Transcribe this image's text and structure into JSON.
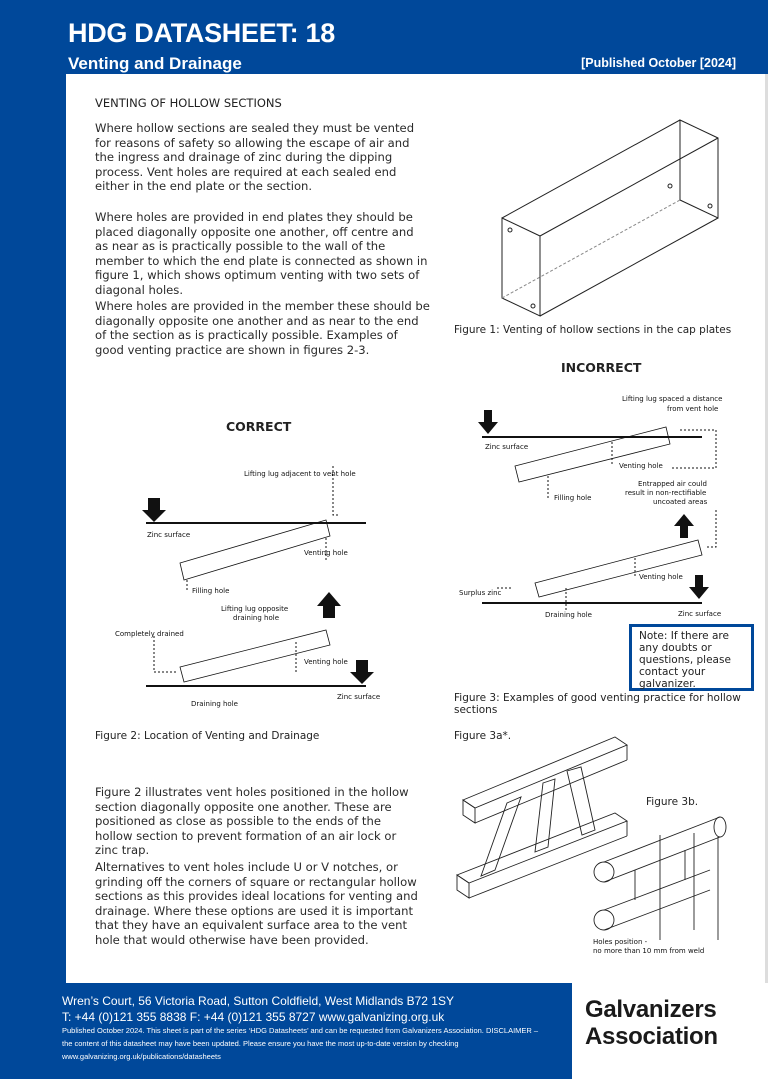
{
  "header": {
    "title": "HDG DATASHEET: 18",
    "subtitle": "Venting and Drainage",
    "published": "[Published October [2024]"
  },
  "section_heading": "VENTING OF HOLLOW SECTIONS",
  "paragraphs": [
    "Where hollow sections are sealed they must be vented for reasons of safety so allowing the escape of air and the ingress and drainage of zinc during the dipping process. Vent holes are required at each sealed end either in the end plate or the section.",
    "Where holes are provided in end plates they should be placed diagonally opposite one another, off centre and as near as is practically possible to the wall of the member to which the end plate is connected as shown in figure 1, which shows optimum venting with two sets of diagonal holes.",
    "Where holes are provided in the member these should be diagonally opposite one another and as near to the end of the section as is practically possible. Examples of good venting practice are shown in figures 2-3.",
    "Figure 2 illustrates vent holes positioned in the hollow section diagonally opposite one another. These are positioned as close as possible to the ends of the hollow section to prevent formation of an air lock or zinc trap.",
    "Alternatives to vent holes include U or V notches, or grinding off the corners of square or rectangular hollow sections as this provides ideal locations for venting and drainage. Where these options are used it is important that they have an equivalent surface area to the vent hole that would otherwise have been provided."
  ],
  "figure1": {
    "caption": "Figure 1: Venting of hollow sections in the cap plates"
  },
  "figure2": {
    "heading": "CORRECT",
    "caption": "Figure 2: Location of Venting and Drainage",
    "labels": {
      "lug_adjacent": "Lifting lug adjacent to vent hole",
      "zinc_surface_top": "Zinc surface",
      "venting_hole_top": "Venting hole",
      "filling_hole": "Filling hole",
      "lug_opposite_1": "Lifting lug opposite",
      "lug_opposite_2": "draining hole",
      "completely_drained": "Completely drained",
      "venting_hole_bottom": "Venting hole",
      "zinc_surface_bottom": "Zinc surface",
      "draining_hole": "Draining hole"
    }
  },
  "figure3": {
    "heading": "INCORRECT",
    "caption": "Figure 3: Examples of good venting practice for hollow sections",
    "labels": {
      "lug_spaced_1": "Lifting lug spaced a distance",
      "lug_spaced_2": "from vent hole",
      "zinc_surface_top": "Zinc surface",
      "venting_hole_top": "Venting hole",
      "filling_hole": "Filling hole",
      "entrapped_1": "Entrapped air could",
      "entrapped_2": "result in non-rectifiable",
      "entrapped_3": "uncoated areas",
      "venting_hole_bottom": "Venting hole",
      "surplus_zinc": "Surplus zinc",
      "draining_hole": "Draining hole",
      "zinc_surface_bottom": "Zinc surface"
    }
  },
  "note": "Note: If there are any doubts or questions, please contact your galvanizer.",
  "figure3a": {
    "caption": "Figure 3a*."
  },
  "figure3b": {
    "caption": "Figure 3b.",
    "label_1": "Holes position -",
    "label_2": "no more than 10 mm from weld"
  },
  "footer": {
    "address": "Wren’s Court, 56 Victoria Road, Sutton Coldfield, West Midlands B72 1SY",
    "contact": "T: +44 (0)121 355 8838  F: +44 (0)121 355 8727  www.galvanizing.org.uk",
    "disclaimer_1": "Published October  2024. This sheet is part of the series ‘HDG Datasheets’ and can be requested from Galvanizers Association. DISCLAIMER –",
    "disclaimer_2": "the content of this datasheet may have been updated. Please ensure you have the most up-to-date version by checking",
    "disclaimer_3": "www.galvanizing.org.uk/publications/datasheets",
    "logo_line1": "Galvanizers",
    "logo_line2": "Association"
  },
  "colors": {
    "brand_blue": "#00489a"
  }
}
